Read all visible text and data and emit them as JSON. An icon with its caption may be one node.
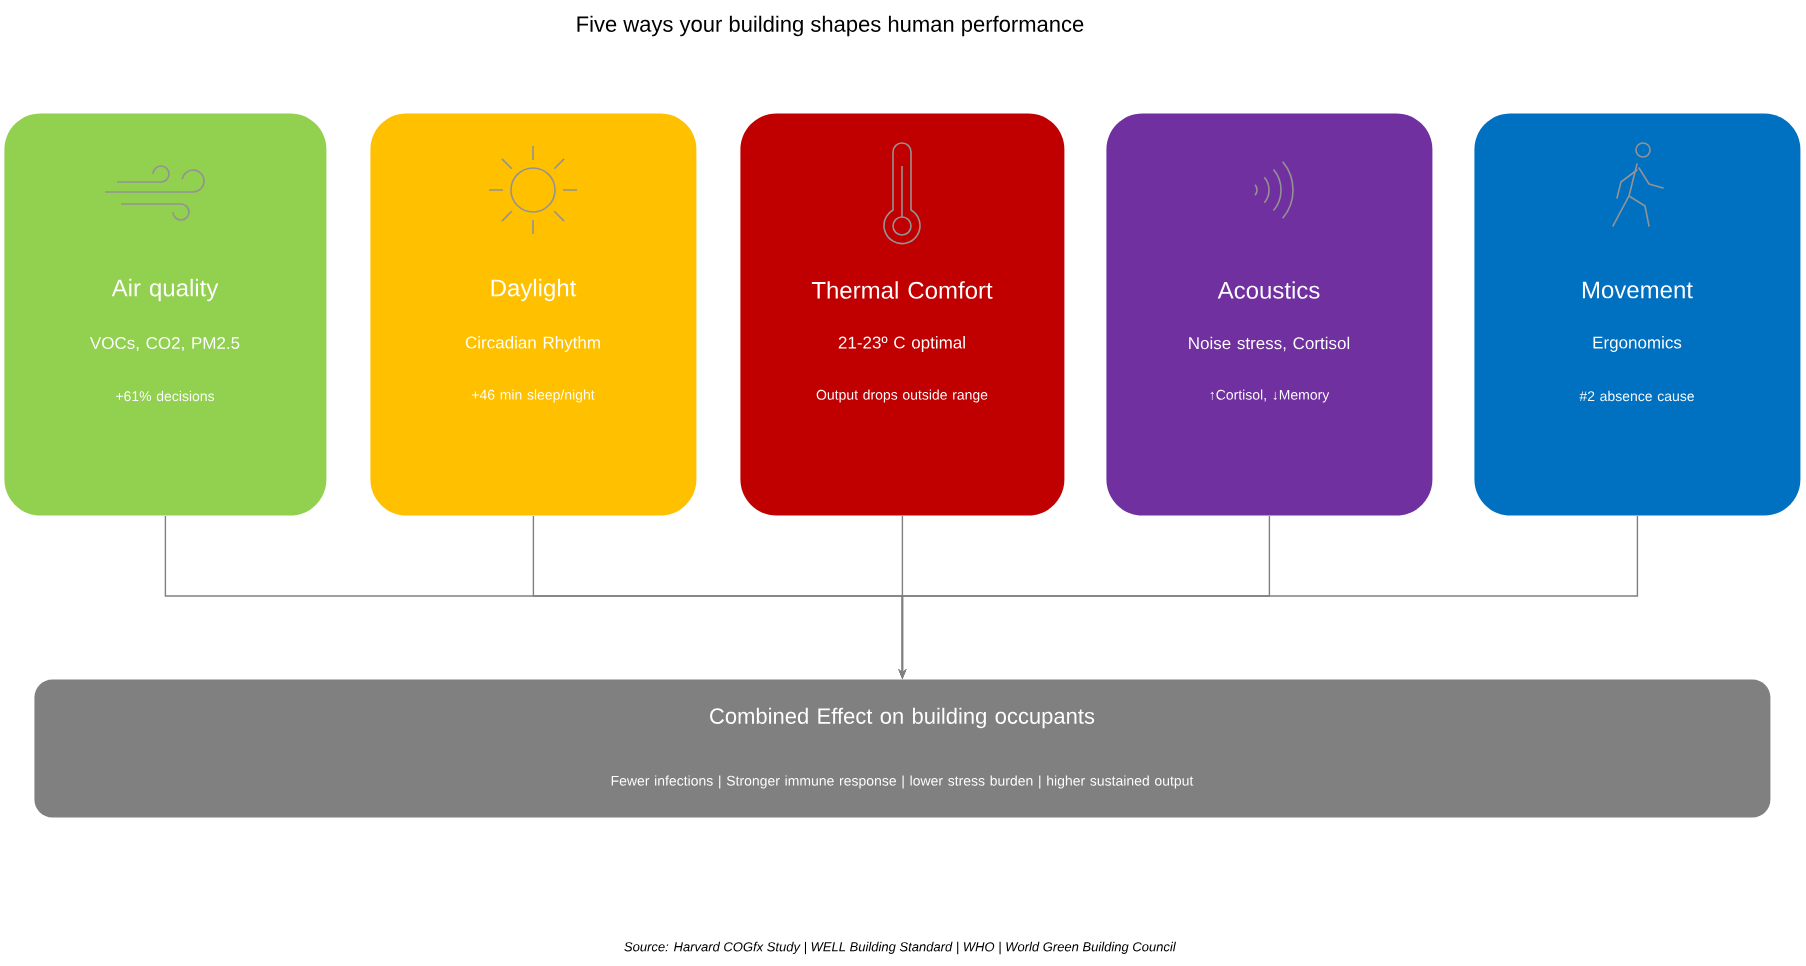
{
  "diagram": {
    "title": "Five ways your building shapes human performance",
    "nodes": [
      {
        "text": [
          "Air quality",
          "VOCs, CO2, PM2.5",
          "+61% decisions"
        ]
      },
      {
        "text": [
          "Daylight",
          "Circadian Rhythm",
          "+46 min sleep/night"
        ]
      },
      {
        "text": [
          "Thermal Comfort",
          "21-23º C optimal",
          "Output drops outside range"
        ]
      },
      {
        "text": [
          "Acoustics",
          "Noise stress, Cortisol",
          "↑Cortisol, ↓Memory"
        ]
      },
      {
        "text": [
          "Movement",
          "Ergonomics",
          "#2 absence cause"
        ]
      },
      {
        "text": [
          "Combined Effect on building occupants",
          "Fewer infections | Stronger immune response | lower stress burden | higher sustained output"
        ]
      }
    ],
    "edges": [
      {
        "from": 0,
        "to": 5,
        "arrow": "to"
      },
      {
        "from": 1,
        "to": 5,
        "arrow": "to"
      },
      {
        "from": 2,
        "to": 5,
        "arrow": "to"
      },
      {
        "from": 3,
        "to": 5,
        "arrow": "to"
      },
      {
        "from": 4,
        "to": 5,
        "arrow": "to"
      }
    ],
    "labels": [
      "*Source: Harvard COGfx Study | WELL Building Standard | WHO | World Green Building Council*"
    ]
  }
}
